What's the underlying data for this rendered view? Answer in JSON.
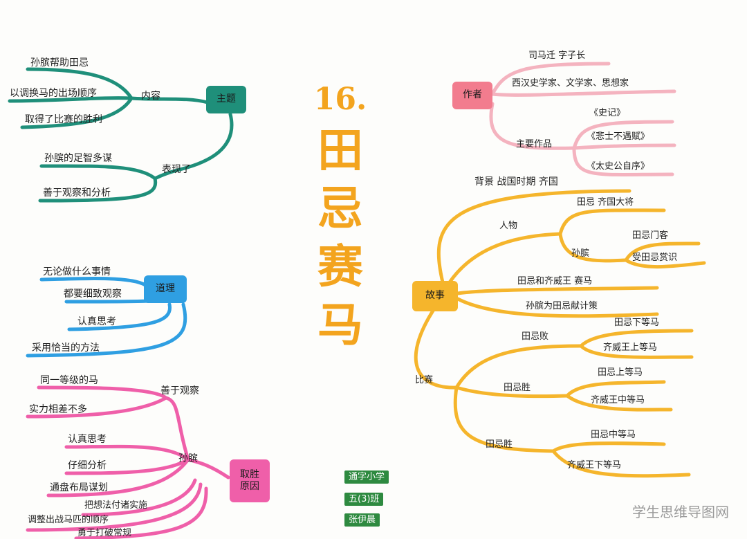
{
  "title": {
    "num": "16.",
    "chars": [
      "田",
      "忌",
      "赛",
      "马"
    ]
  },
  "colors": {
    "teal": "#1f8f7a",
    "blue": "#2f9fe2",
    "pink": "#ef5fa9",
    "rose": "#f4b3bf",
    "orange": "#f5b52c",
    "title": "#f3a41e",
    "green": "#2e8a40"
  },
  "theme": {
    "node": "主题",
    "content_branch": "内容",
    "content": [
      "孙膑帮助田忌",
      "以调换马的出场顺序",
      "取得了比赛的胜利"
    ],
    "show_branch": "表现了",
    "show": [
      "孙膑的足智多谋",
      "善于观察和分析"
    ]
  },
  "reason": {
    "node": "道理",
    "items": [
      "无论做什么事情",
      "都要细致观察",
      "认真思考",
      "采用恰当的方法"
    ]
  },
  "win": {
    "node": "取胜原因",
    "main_branch": "孙膑",
    "observe_branch": "善于观察",
    "observe": [
      "同一等级的马",
      "实力相差不多"
    ],
    "think": [
      "认真思考",
      "仔细分析",
      "通盘布局谋划",
      "把想法付诸实施",
      "调整出战马匹的顺序",
      "勇于打破常规"
    ]
  },
  "author": {
    "node": "作者",
    "name": "司马迁    字子长",
    "title": "西汉史学家、文学家、思想家",
    "works_branch": "主要作品",
    "works": [
      "《史记》",
      "《悲士不遇赋》",
      "《太史公自序》"
    ]
  },
  "story": {
    "node": "故事",
    "background": "背景 战国时期   齐国",
    "people_branch": "人物",
    "tianji": "田忌   齐国大将",
    "sunbin_branch": "孙膑",
    "sunbin": [
      "田忌门客",
      "受田忌赏识"
    ],
    "event1": "田忌和齐威王 赛马",
    "event2": "孙膑为田忌献计策",
    "race_branch": "比赛",
    "lose_branch": "田忌败",
    "lose": [
      "田忌下等马",
      "齐威王上等马"
    ],
    "win1_branch": "田忌胜",
    "win1": [
      "田忌上等马",
      "齐威王中等马"
    ],
    "win2_branch": "田忌胜",
    "win2": [
      "田忌中等马",
      "齐威王下等马"
    ]
  },
  "author_tags": [
    "通字小学",
    "五(3)班",
    "张伊晨"
  ],
  "watermark": "学生思维导图网"
}
